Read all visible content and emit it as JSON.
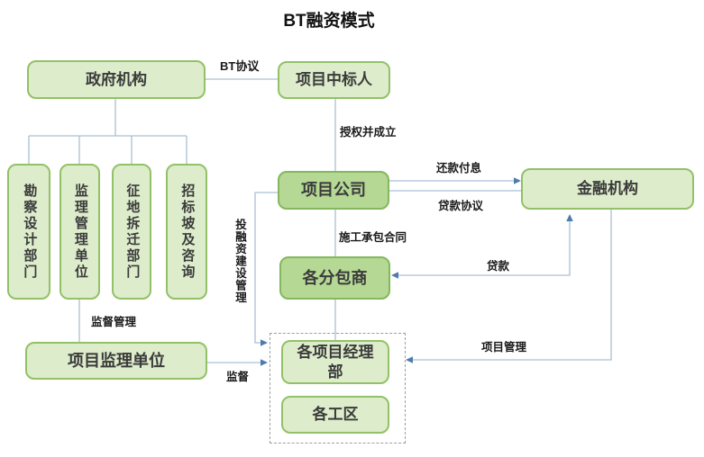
{
  "title": "BT融资模式",
  "colors": {
    "box_light_fill": "#ddeccb",
    "box_light_border": "#92c167",
    "box_medium_fill": "#b5d894",
    "box_medium_border": "#84b85c",
    "connector_line": "#a9c0d3",
    "arrowhead": "#4e7cab",
    "dashed_border": "#9b9fa3"
  },
  "nodes": {
    "government": {
      "label": "政府机构"
    },
    "winner": {
      "label": "项目中标人"
    },
    "project_company": {
      "label": "项目公司"
    },
    "financial_institution": {
      "label": "金融机构"
    },
    "subcontractors": {
      "label": "各分包商"
    },
    "dept_survey_design": {
      "label": "勘察设计部门"
    },
    "dept_supervision_management": {
      "label": "监理管理单位"
    },
    "dept_land_acquisition": {
      "label": "征地拆迁部门"
    },
    "dept_bidding_consulting": {
      "label": "招标坡及咨询"
    },
    "project_supervision_unit": {
      "label": "项目监理单位"
    },
    "project_manager_dept": {
      "label": "各项目经理部"
    },
    "work_areas": {
      "label": "各工区"
    }
  },
  "edge_labels": {
    "bt_agreement": "BT协议",
    "authorize_establish": "授权并成立",
    "repay_principal_interest": "还款付息",
    "loan_agreement": "贷款协议",
    "construction_contract": "施工承包合同",
    "loan": "贷款",
    "invest_finance_construction_mgmt": "投融资建设管理",
    "supervision_management": "监督管理",
    "supervise": "监督",
    "project_management": "项目管理"
  }
}
